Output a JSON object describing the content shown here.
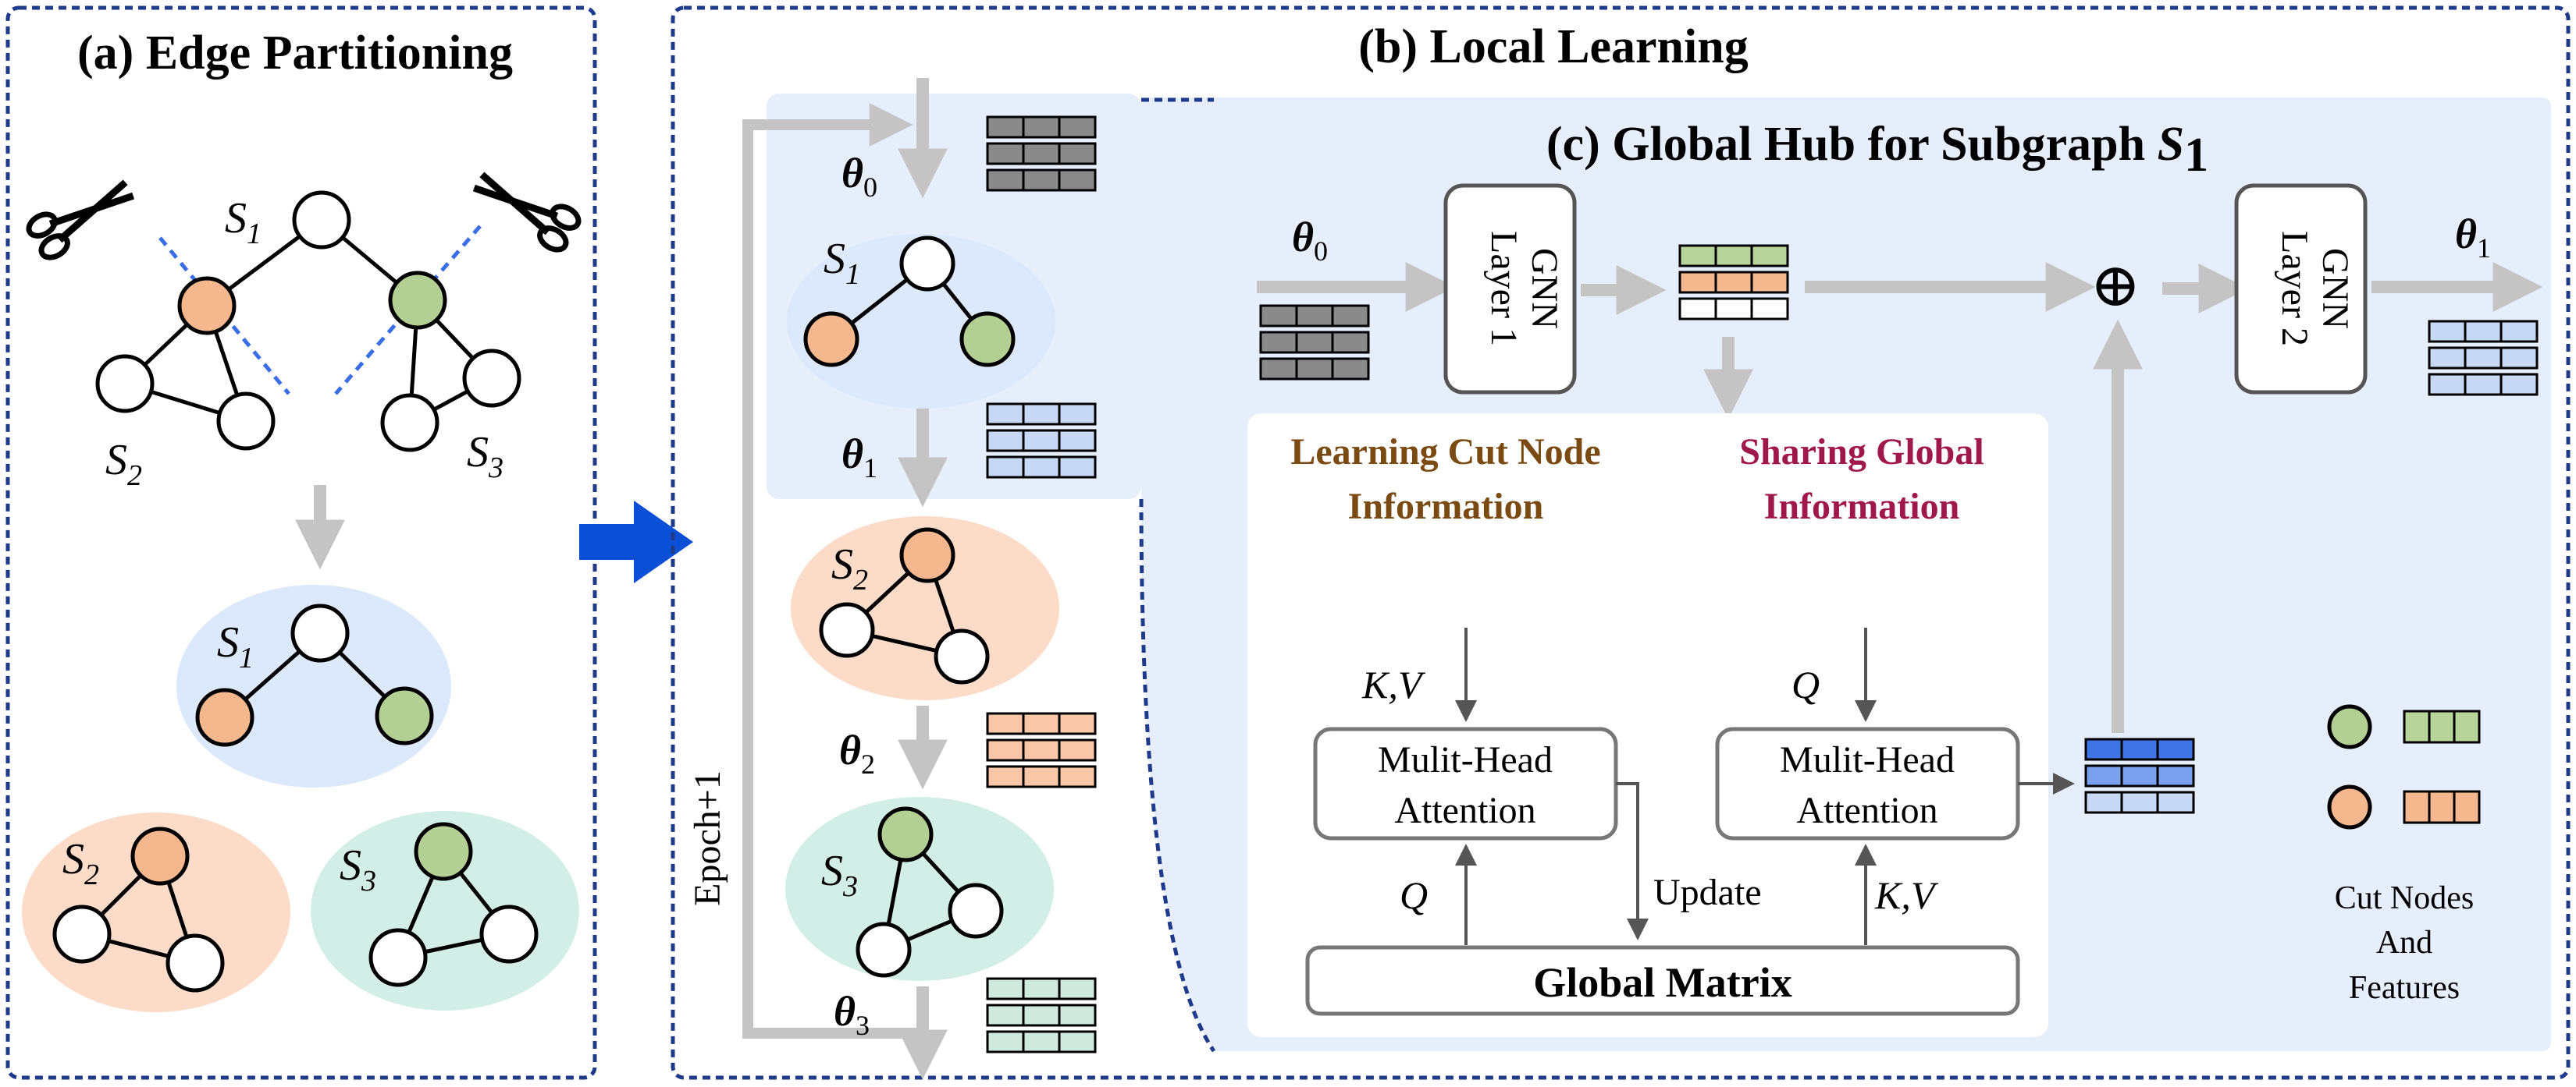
{
  "panels": {
    "a_title": "(a) Edge Partitioning",
    "b_title": "(b) Local Learning",
    "c_title_prefix": "(c) Global Hub for Subgraph ",
    "c_title_sym": "S",
    "c_title_sub": "1"
  },
  "subgraph_labels": {
    "sym": "S",
    "s1": "1",
    "s2": "2",
    "s3": "3"
  },
  "thetas": {
    "sym": "θ",
    "t0": "0",
    "t1": "1",
    "t2": "2",
    "t3": "3"
  },
  "epoch_label": "Epoch+1",
  "gnn": {
    "layer1_line1": "GNN",
    "layer1_line2": "Layer 1",
    "layer2_line1": "GNN",
    "layer2_line2": "Layer 2"
  },
  "learning_cut": {
    "line1": "Learning Cut Node",
    "line2": "Information"
  },
  "sharing_global": {
    "line1": "Sharing Global",
    "line2": "Information"
  },
  "attention": {
    "line1": "Mulit-Head",
    "line2": "Attention"
  },
  "kv_label": "K,V",
  "q_label": "Q",
  "update_label": "Update",
  "global_matrix_label": "Global Matrix",
  "plus_symbol": "⊕",
  "legend": {
    "line1": "Cut Nodes",
    "line2": "And",
    "line3": "Features"
  },
  "colors": {
    "border_dash": "#1f3a8a",
    "blue_region": "#dce8fb",
    "orange_region": "#fcdcc8",
    "green_region": "#d2eee6",
    "orange_node": "#f5b88e",
    "green_node": "#b4cf94",
    "gray_arrow": "#c4c4c4",
    "blue_big_arrow": "#0a4fd6",
    "learning_cut_color": "#7a4a12",
    "sharing_global_color": "#a0184a",
    "cell_dark": "#8a8a8a",
    "cell_light_blue": "#c7d8f4",
    "cell_orange": "#f9c7a7",
    "cell_green": "#cfe9de",
    "cell_bright_blue": "#3f74e6",
    "cell_green_feat": "#b8d49a"
  }
}
